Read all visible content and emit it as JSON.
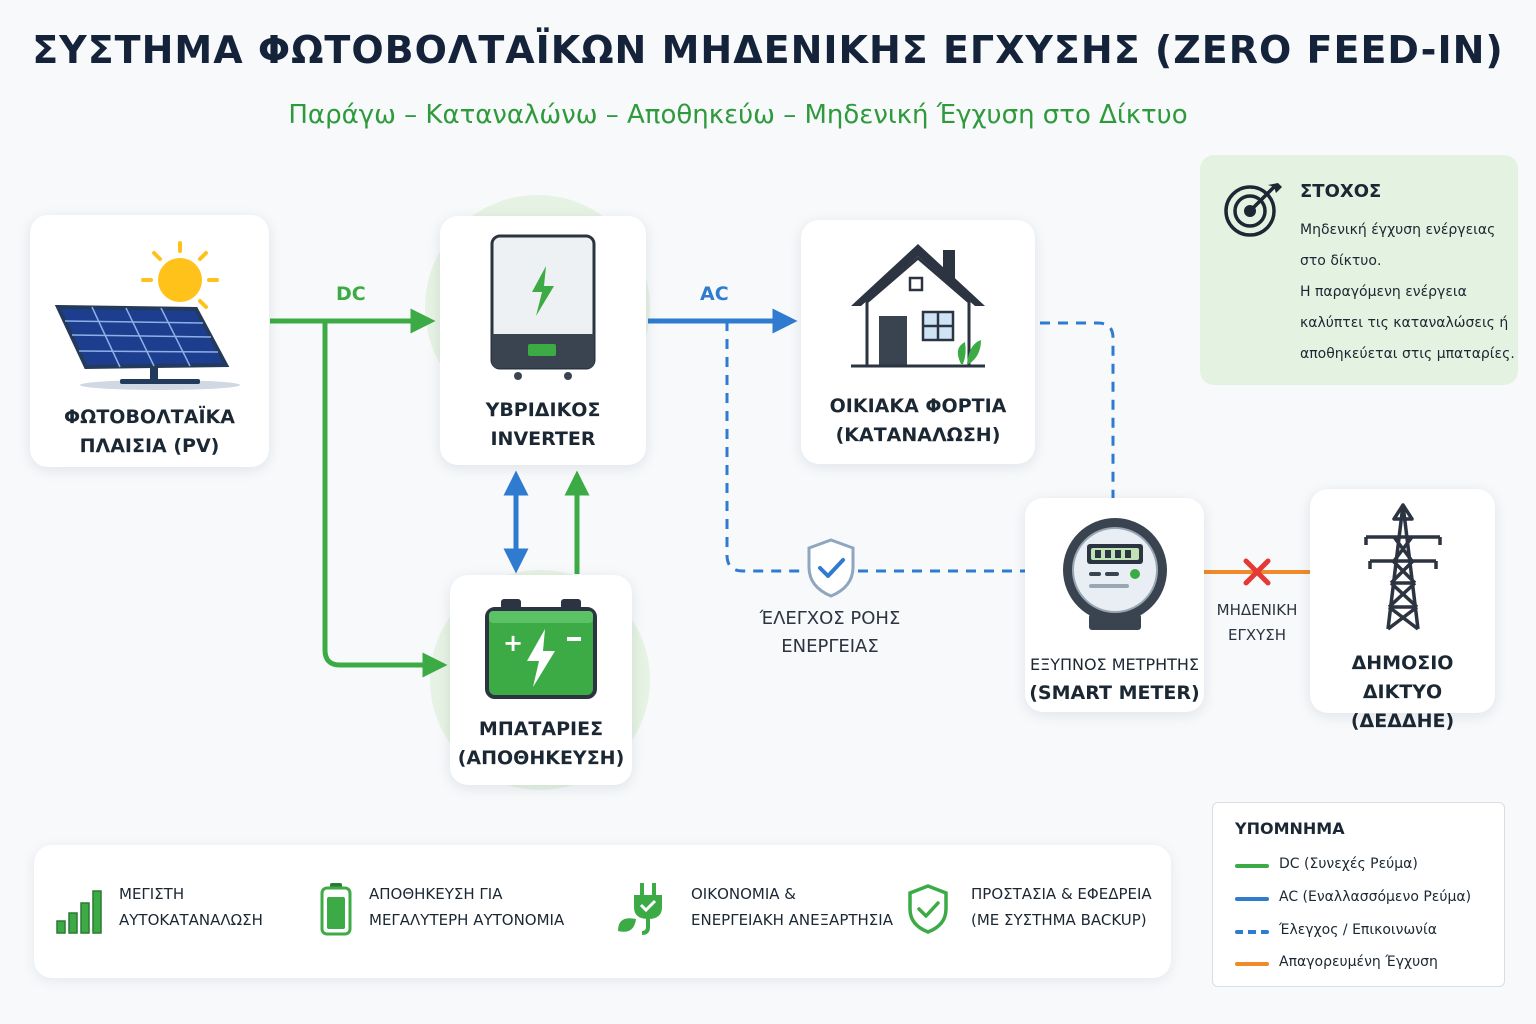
{
  "header": {
    "title": "ΣΥΣΤΗΜΑ ΦΩΤΟΒΟΛΤΑΪΚΩΝ ΜΗΔΕΝΙΚΗΣ ΕΓΧΥΣΗΣ (ZERO FEED-IN)",
    "subtitle": "Παράγω – Καταναλώνω – Αποθηκεύω – Μηδενική Έγχυση στο Δίκτυο"
  },
  "nodes": {
    "pv": {
      "line1": "ΦΩΤΟΒΟΛΤΑΪΚΑ",
      "line2": "ΠΛΑΙΣΙΑ (PV)"
    },
    "inverter": {
      "line1": "ΥΒΡΙΔΙΚΟΣ",
      "line2": "INVERTER"
    },
    "house": {
      "line1": "ΟΙΚΙΑΚΑ ΦΟΡΤΙΑ",
      "line2": "(ΚΑΤΑΝΑΛΩΣΗ)"
    },
    "battery": {
      "line1": "ΜΠΑΤΑΡΙΕΣ",
      "line2": "(ΑΠΟΘΗΚΕΥΣΗ)"
    },
    "meter": {
      "line1": "ΕΞΥΠΝΟΣ ΜΕΤΡΗΤΗΣ",
      "line2": "(SMART METER)"
    },
    "grid": {
      "line1": "ΔΗΜΟΣΙΟ ΔΙΚΤΥΟ",
      "line2": "(ΔΕΔΔΗΕ)"
    }
  },
  "flows": {
    "dc_label": "DC",
    "ac_label": "AC",
    "control_line1": "ΈΛΕΓΧΟΣ ΡΟΗΣ",
    "control_line2": "ΕΝΕΡΓΕΙΑΣ",
    "nofeed_line1": "ΜΗΔΕΝΙΚΗ",
    "nofeed_line2": "ΕΓΧΥΣΗ"
  },
  "goal": {
    "title": "ΣΤΟΧΟΣ",
    "lines": [
      "Μηδενική έγχυση ενέργειας",
      "στο δίκτυο.",
      "Η παραγόμενη ενέργεια",
      "καλύπτει τις καταναλώσεις ή",
      "αποθηκεύεται στις μπαταρίες."
    ]
  },
  "benefits": [
    {
      "icon": "bar-chart-icon",
      "line1": "ΜΕΓΙΣΤΗ",
      "line2": "ΑΥΤΟΚΑΤΑΝΑΛΩΣΗ"
    },
    {
      "icon": "battery-icon",
      "line1": "ΑΠΟΘΗΚΕΥΣΗ ΓΙΑ",
      "line2": "ΜΕΓΑΛΥΤΕΡΗ ΑΥΤΟΝΟΜΙΑ"
    },
    {
      "icon": "eco-plug-icon",
      "line1": "ΟΙΚΟΝΟΜΙΑ &",
      "line2": "ΕΝΕΡΓΕΙΑΚΗ ΑΝΕΞΑΡΤΗΣΙΑ"
    },
    {
      "icon": "shield-check-icon",
      "line1": "ΠΡΟΣΤΑΣΙΑ & ΕΦΕΔΡΕΙΑ",
      "line2": "(ΜΕ ΣΥΣΤΗΜΑ BACKUP)"
    }
  ],
  "legend": {
    "title": "ΥΠΟΜΝΗΜΑ",
    "items": [
      {
        "label": "DC (Συνεχές Ρεύμα)",
        "color": "#3cab45",
        "style": "solid"
      },
      {
        "label": "AC (Εναλλασσόμενο Ρεύμα)",
        "color": "#2f7bd0",
        "style": "solid"
      },
      {
        "label": "Έλεγχος / Επικοινωνία",
        "color": "#2f7bd0",
        "style": "dashed"
      },
      {
        "label": "Απαγορευμένη Έγχυση",
        "color": "#f08a2a",
        "style": "solid"
      }
    ]
  },
  "colors": {
    "dc": "#3cab45",
    "ac": "#2f7bd0",
    "forbidden": "#f08a2a",
    "cross": "#e53935",
    "title": "#14223a",
    "subtitle": "#2e9a3c"
  }
}
